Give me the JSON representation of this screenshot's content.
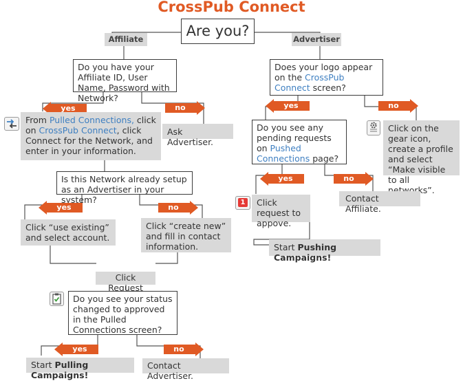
{
  "title": "CrossPub Connect",
  "start": "Are you?",
  "branches": {
    "affiliate": "Affiliate",
    "advertiser": "Advertiser"
  },
  "yes": "yes",
  "no": "no",
  "affiliate": {
    "q1": "Do you have your Affiliate ID, User Name, Password with Network?",
    "from_pre": "From ",
    "from_link1": "Pulled Connections,",
    "from_mid": " click on ",
    "from_link2": "CrossPub Connect",
    "from_post": ", click Connect for the Network, and enter in your information.",
    "ask": "Ask Advertiser.",
    "q2": "Is this Network already setup as an Advertiser in your system?",
    "use_existing": "Click “use existing” and select account.",
    "create_new": "Click “create new” and fill in contact information.",
    "click_request": "Click Request",
    "q3": "Do you see your status changed to approved in the Pulled Connections screen?",
    "start_pre": "Start ",
    "start_bold": "Pulling Campaigns!",
    "contact": "Contact Advertiser."
  },
  "advertiser": {
    "q1_pre": "Does your logo appear on the ",
    "q1_link": "CrossPub Connect",
    "q1_post": " screen?",
    "gear": "Click on the gear icon, create a profile and select “Make visible to all networks”.",
    "q2_pre": "Do you see any pending requests on ",
    "q2_link": "Pushed Connections",
    "q2_post": " page?",
    "click_req": "Click request to appove.",
    "contact": "Contact Affiliate.",
    "start_pre": "Start ",
    "start_bold": "Pushing Campaigns!"
  },
  "icons": {
    "badge_number": "1"
  }
}
